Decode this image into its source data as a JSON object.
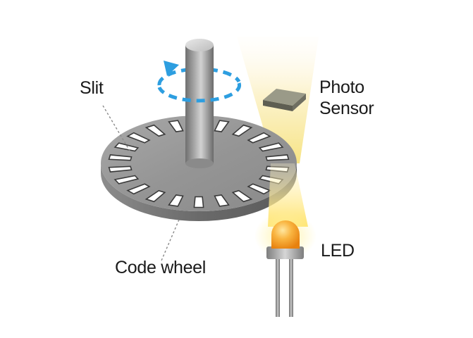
{
  "labels": {
    "slit": "Slit",
    "photo_sensor_line1": "Photo",
    "photo_sensor_line2": "Sensor",
    "led": "LED",
    "code_wheel": "Code wheel"
  },
  "icons": {
    "rotation": "rotation-arrow-icon"
  },
  "colors": {
    "rotation_arrow": "#2d9ee0",
    "wheel_top": "#9a9a9a",
    "wheel_side": "#6e6e6e",
    "light_beam": "#fbe9a6",
    "led_glow": "#ffd95c",
    "led_body": "#f39a1c",
    "sensor": "#8a8a78"
  }
}
